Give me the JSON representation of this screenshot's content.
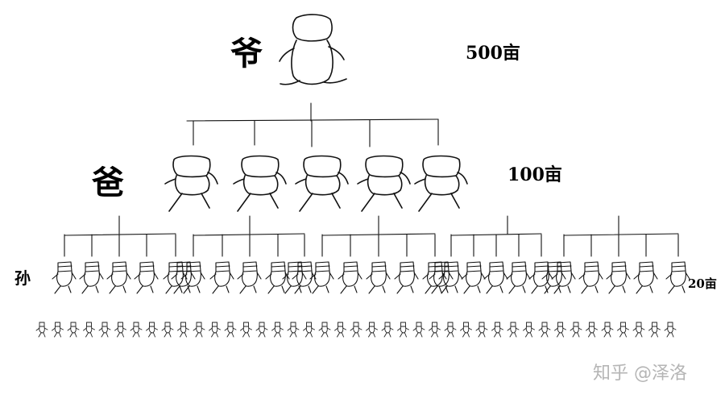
{
  "tiers": {
    "grandfather": {
      "label": "爷",
      "area": "500亩"
    },
    "father": {
      "label": "爸",
      "area": "100亩"
    },
    "grandson": {
      "label": "孙",
      "area": "20亩"
    }
  },
  "structure": {
    "fathers": 5,
    "sons_per_father": 5
  },
  "watermark": "知乎 @泽洛"
}
